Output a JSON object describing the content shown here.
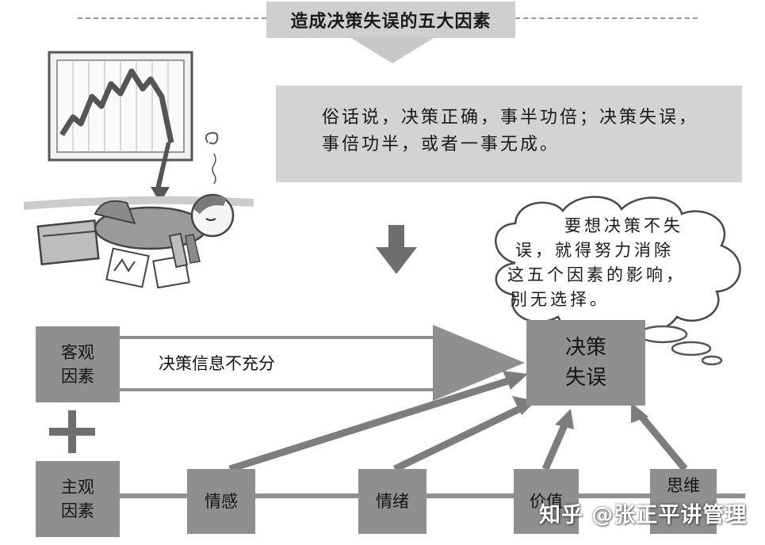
{
  "title": "造成决策失误的五大因素",
  "quote": "俗话说，决策正确，事半功倍；决策失误，事倍功半，或者一事无成。",
  "thought": [
    "要想决策不失",
    "误，就得努力消除",
    "这五个因素的影响，",
    "别无选择。"
  ],
  "objective_factor": "客观因素",
  "subjective_factor": "主观因素",
  "info_label": "决策信息不充分",
  "decision_error": "决策失误",
  "factors": [
    "情感",
    "情绪",
    "价值",
    "思维"
  ],
  "watermark": "知乎 @张正平讲管理",
  "icons": {
    "down_arrow": "down-arrow-icon",
    "plus": "plus-icon",
    "chart": "falling-chart-illustration",
    "person": "exhausted-man-illustration"
  },
  "colors": {
    "box": "#8f8f8f",
    "panel": "#d3d3d3",
    "arrow": "#7d7d7d",
    "title": "#cfcfcf"
  }
}
